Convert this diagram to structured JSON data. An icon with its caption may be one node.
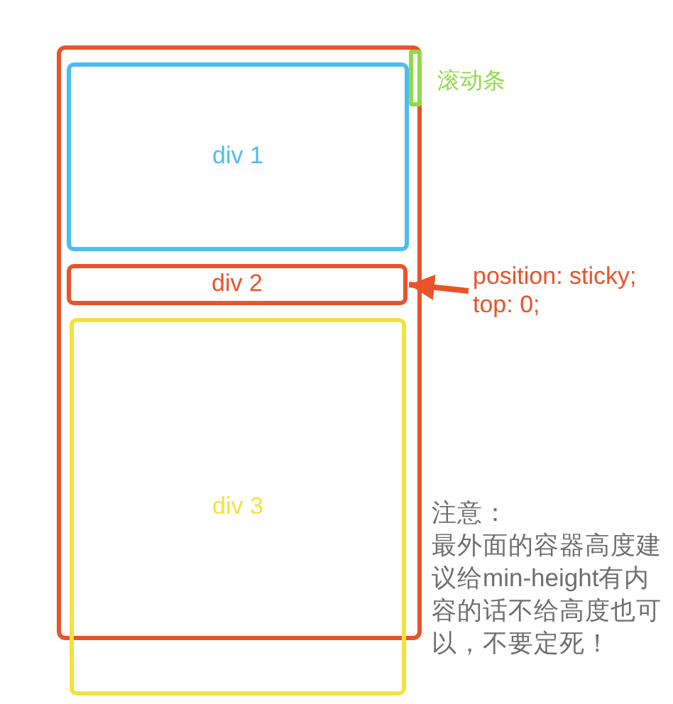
{
  "diagram": {
    "nodes": [
      {
        "text": [],
        "shape": "box"
      },
      {
        "text": [
          "div 1"
        ],
        "in": 0
      },
      {
        "text": [
          "div 2"
        ],
        "in": 0
      },
      {
        "text": [
          "div 3"
        ]
      },
      {
        "text": [],
        "shape": "bar",
        "in": 0,
        "beside": [
          "滚动条"
        ]
      },
      {
        "text": [
          "position: sticky; top: 0;"
        ]
      }
    ],
    "edges": [
      {
        "from": 5,
        "to": 2,
        "arrow": "to"
      }
    ],
    "labels": [
      "注意：",
      "最外面的容器高度建议给min-height有内容的话不给高度也可以，不要定死！"
    ]
  }
}
